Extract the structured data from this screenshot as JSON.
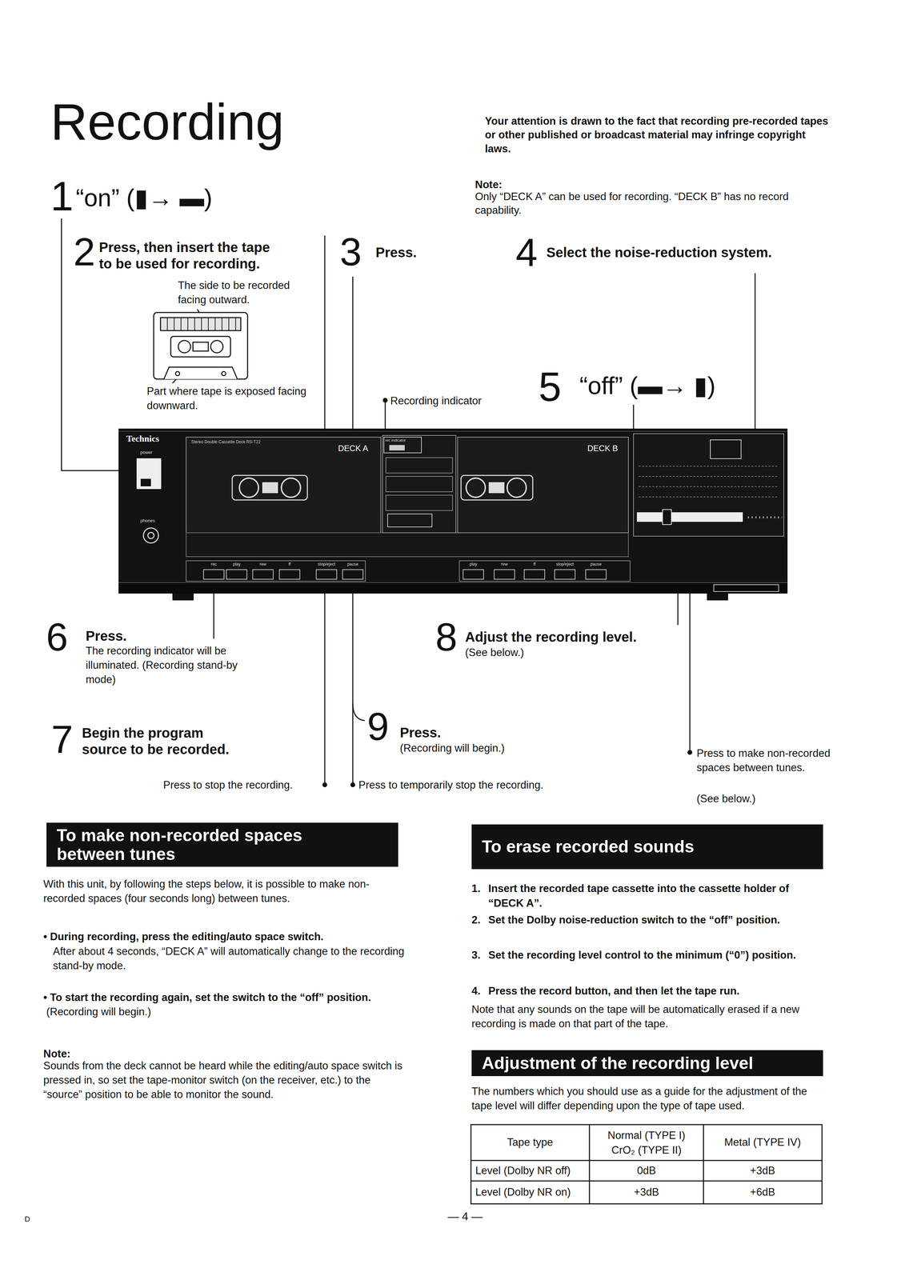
{
  "diagram": {
    "title": "Recording",
    "nodes": [
      {
        "text": [
          "To make non-recorded spaces between tunes"
        ]
      },
      {
        "text": [
          "To erase recorded sounds"
        ]
      },
      {
        "text": [
          "Adjustment of the recording level"
        ]
      }
    ],
    "labels": [
      "1",
      "“on” (▮→ ▬)",
      "Your attention is drawn to the fact that recording pre-recorded tapes or other published or broadcast material may infringe copyright laws.",
      "Note:",
      "Only “DECK A” can be used for recording. “DECK B” has no record capability.",
      "2",
      "Press, then insert the tape to be used for recording.",
      "The side to be recorded facing outward.",
      "Part where tape is exposed facing downward.",
      "3",
      "Press.",
      "Recording indicator",
      "4",
      "Select the noise-reduction system.",
      "5",
      "“off” (▬→ ▮)",
      "Technics",
      "Stereo Double Cassette Deck RS-T22",
      "power",
      "phones",
      "DECK A",
      "rec indicator",
      "DECK B",
      "rec",
      "play",
      "rew",
      "ff",
      "stop/eject",
      "pause",
      "play",
      "rew",
      "ff",
      "stop/eject",
      "pause",
      "6",
      "Press.",
      "The recording indicator will be illuminated. (Recording stand-by mode)",
      "8",
      "Adjust the recording level.",
      "(See below.)",
      "7",
      "Begin the program source to be recorded.",
      "9",
      "Press.",
      "(Recording will begin.)",
      "Press to make non-recorded spaces between tunes.",
      "(See below.)",
      "Press to stop the recording.",
      "Press to temporarily stop the recording.",
      "With this unit, by following the steps below, it is possible to make non-recorded spaces (four seconds long) between tunes.",
      "• During recording, press the editing/auto space switch.",
      "After about 4 seconds, “DECK A” will automatically change to the recording stand-by mode.",
      "• To start the recording again, set the switch to the “off” position.",
      "(Recording will begin.)",
      "Note:",
      "Sounds from the deck cannot be heard while the editing/auto space switch is pressed in, so set the tape-monitor switch (on the receiver, etc.) to the “source” position to be able to monitor the sound.",
      "1.",
      "Insert the recorded tape cassette into the cassette holder of “DECK A”.",
      "2.",
      "Set the Dolby noise-reduction switch to the “off” position.",
      "3.",
      "Set the recording level control to the minimum (“0”) position.",
      "4.",
      "Press the record button, and then let the tape run.",
      "Note that any sounds on the tape will be automatically erased if a new recording is made on that part of the tape.",
      "The numbers which you should use as a guide for the adjustment of the tape level will differ depending upon the type of tape used.",
      "Tape type",
      "Normal (TYPE I)",
      "CrO₂ (TYPE II)",
      "Metal (TYPE IV)",
      "Level (Dolby NR off)",
      "0dB",
      "+3dB",
      "Level (Dolby NR on)",
      "+3dB",
      "+6dB",
      "— 4 —",
      "D"
    ]
  }
}
